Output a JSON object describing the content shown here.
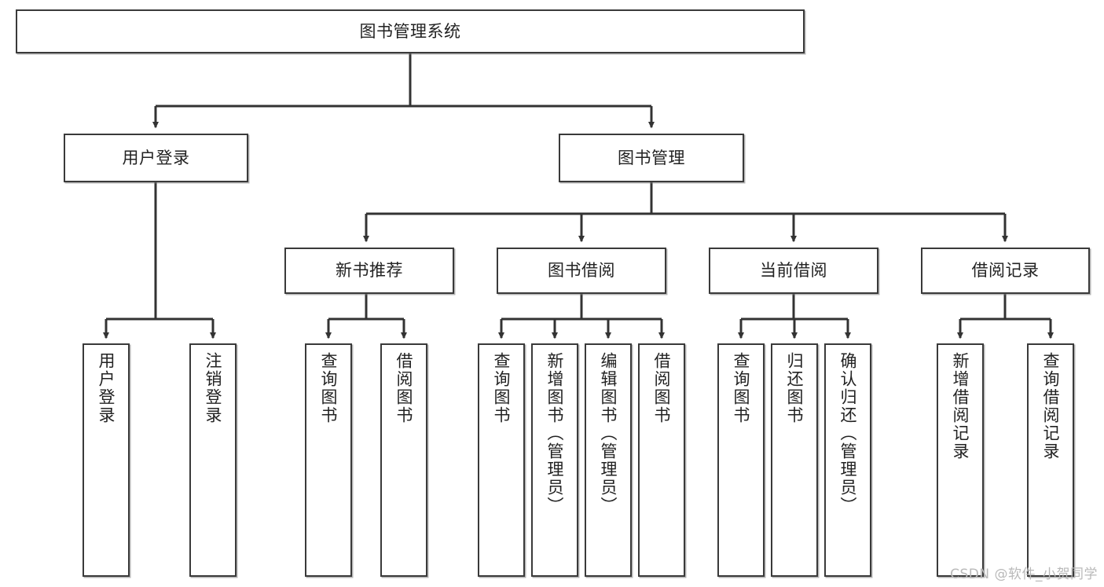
{
  "diagram": {
    "title": "图书管理系统",
    "watermark": "CSDN @软件_小贺同学",
    "line_color": "#333333",
    "box_border_color": "#3a3a3a",
    "background": "#ffffff",
    "nodes": {
      "root": {
        "label": "图书管理系统"
      },
      "level2": [
        {
          "id": "user-login",
          "label": "用户登录"
        },
        {
          "id": "book-manage",
          "label": "图书管理"
        }
      ],
      "level3": [
        {
          "id": "new-book-recommend",
          "label": "新书推荐"
        },
        {
          "id": "book-borrow",
          "label": "图书借阅"
        },
        {
          "id": "current-borrow",
          "label": "当前借阅"
        },
        {
          "id": "borrow-record",
          "label": "借阅记录"
        }
      ],
      "leaves": {
        "user_login": [
          {
            "id": "leaf-user-login",
            "label": "用户登录"
          },
          {
            "id": "leaf-logout-login",
            "label": "注销登录"
          }
        ],
        "new_book_recommend": [
          {
            "id": "leaf-query-book-1",
            "label": "查询图书"
          },
          {
            "id": "leaf-borrow-book-1",
            "label": "借阅图书"
          }
        ],
        "book_borrow": [
          {
            "id": "leaf-query-book-2",
            "label": "查询图书"
          },
          {
            "id": "leaf-add-book",
            "label": "新增图书（管理员）"
          },
          {
            "id": "leaf-edit-book",
            "label": "编辑图书（管理员）"
          },
          {
            "id": "leaf-borrow-book-2",
            "label": "借阅图书"
          }
        ],
        "current_borrow": [
          {
            "id": "leaf-query-book-3",
            "label": "查询图书"
          },
          {
            "id": "leaf-return-book",
            "label": "归还图书"
          },
          {
            "id": "leaf-confirm-return",
            "label": "确认归还（管理员）"
          }
        ],
        "borrow_record": [
          {
            "id": "leaf-add-record",
            "label": "新增借阅记录"
          },
          {
            "id": "leaf-query-record",
            "label": "查询借阅记录"
          }
        ]
      }
    }
  }
}
